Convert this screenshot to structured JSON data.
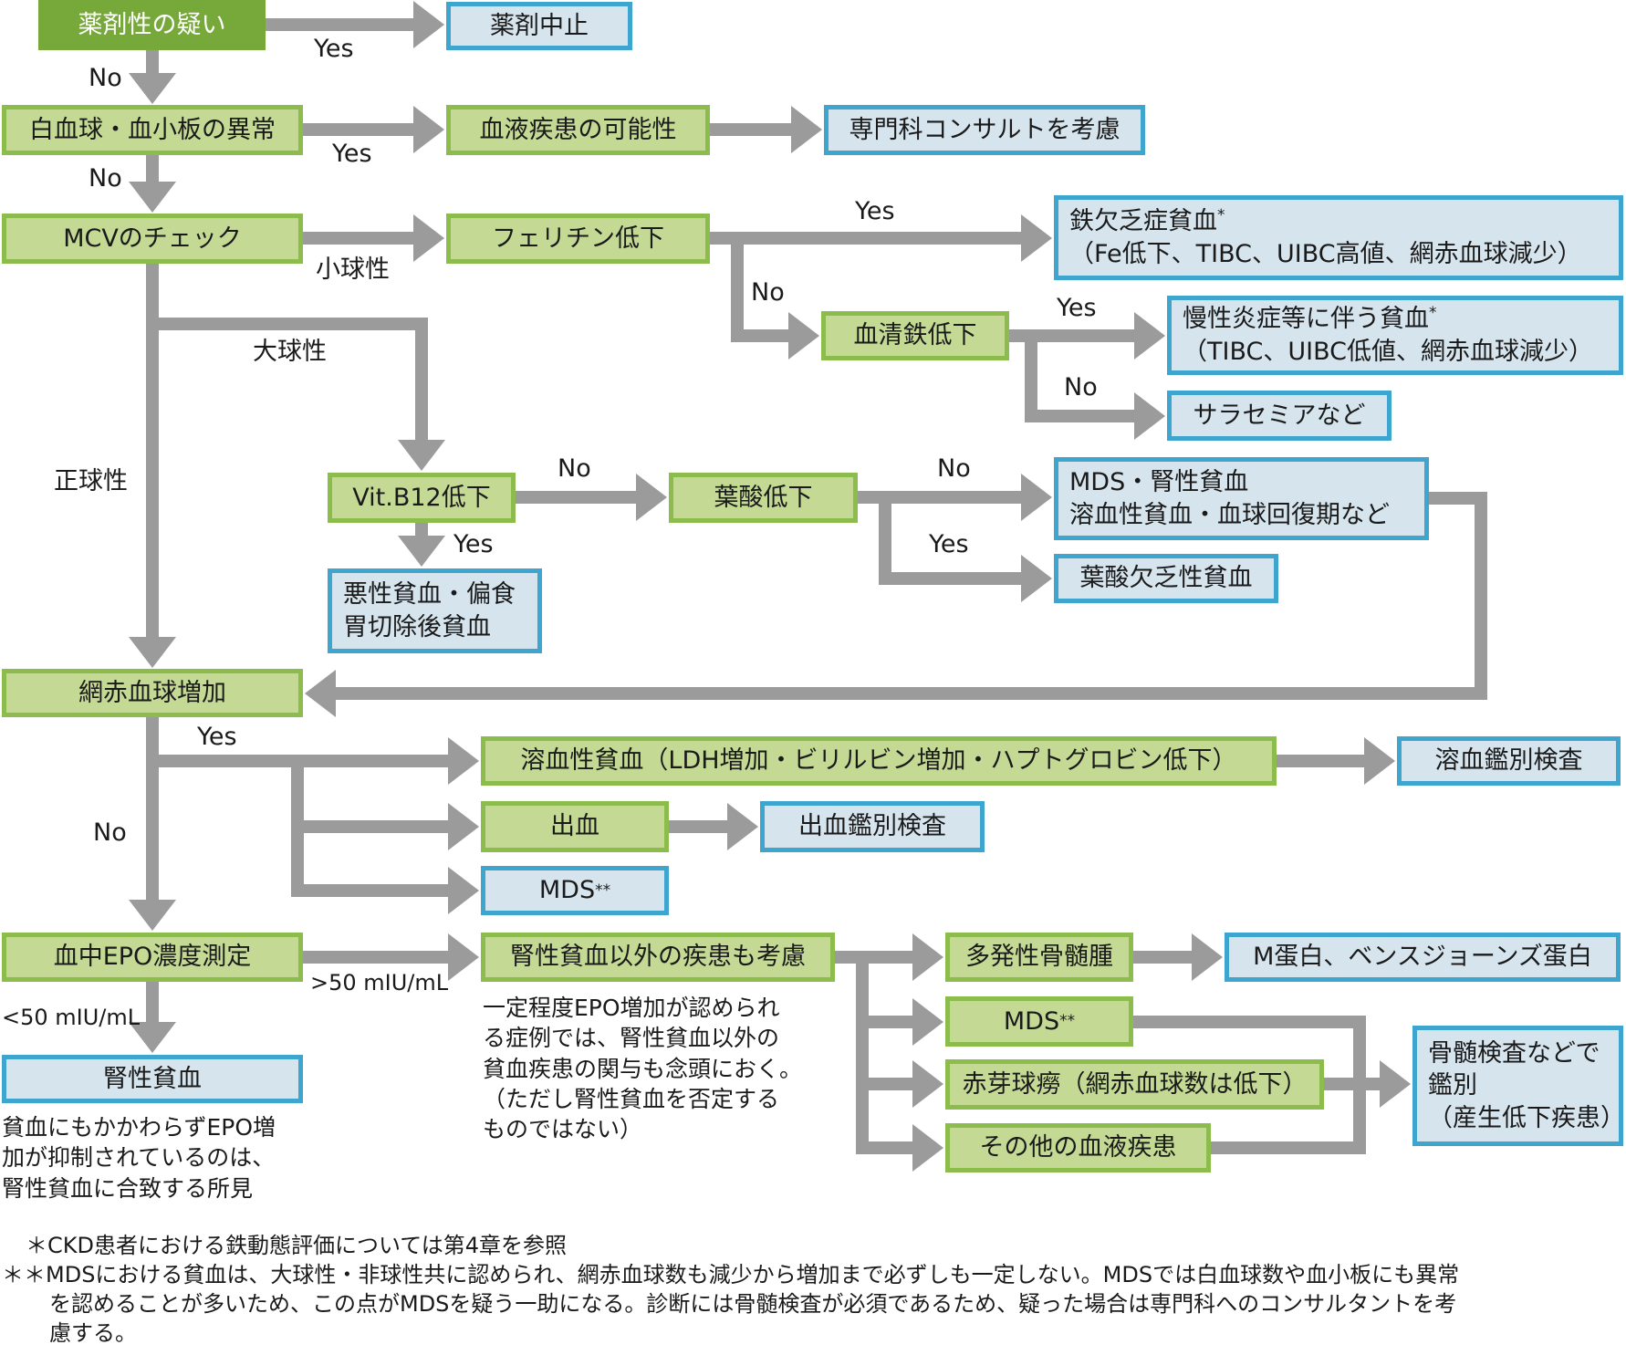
{
  "colors": {
    "decision_fill": "#c4da94",
    "decision_border": "#8cbd4c",
    "start_fill": "#77a83a",
    "result_fill": "#d6e4ed",
    "result_border": "#3ea5cf",
    "arrow": "#9b9b9b"
  },
  "nodes": {
    "drug_suspect": "薬剤性の疑い",
    "drug_stop": "薬剤中止",
    "wbc_plt_abnormal": "白血球・血小板の異常",
    "hematologic_possible": "血液疾患の可能性",
    "specialist_consult": "専門科コンサルトを考慮",
    "mcv_check": "MCVのチェック",
    "ferritin_low": "フェリチン低下",
    "iron_deficiency": {
      "line1": "鉄欠乏症貧血",
      "mark": "*",
      "line2": "（Fe低下、TIBC、UIBC高値、網赤血球減少）"
    },
    "serum_iron_low": "血清鉄低下",
    "chronic_inflammation": {
      "line1": "慢性炎症等に伴う貧血",
      "mark": "*",
      "line2": "（TIBC、UIBC低値、網赤血球減少）"
    },
    "thalassemia": "サラセミアなど",
    "vitb12_low": "Vit.B12低下",
    "folate_low": "葉酸低下",
    "mds_renal": {
      "line1": "MDS・腎性貧血",
      "line2": "溶血性貧血・血球回復期など"
    },
    "folate_deficiency": "葉酸欠乏性貧血",
    "pernicious": {
      "line1": "悪性貧血・偏食",
      "line2": "胃切除後貧血"
    },
    "retic_increase": "網赤血球増加",
    "hemolytic": "溶血性貧血（LDH増加・ビリルビン増加・ハプトグロビン低下）",
    "hemolysis_test": "溶血鑑別検査",
    "bleeding": "出血",
    "bleeding_test": "出血鑑別検査",
    "mds_retic": {
      "label": "MDS",
      "mark": "**"
    },
    "epo_measure": "血中EPO濃度測定",
    "other_than_renal": "腎性貧血以外の疾患も考慮",
    "myeloma": "多発性骨髄腫",
    "m_protein": "M蛋白、ベンスジョーンズ蛋白",
    "mds_epo": {
      "label": "MDS",
      "mark": "**"
    },
    "pure_red_cell": "赤芽球癆（網赤血球数は低下）",
    "other_heme": "その他の血液疾患",
    "bone_marrow": {
      "line1": "骨髄検査などで",
      "line2": "鑑別",
      "line3": "（産生低下疾患）"
    },
    "renal_anemia": "腎性貧血"
  },
  "edge_labels": {
    "yes": "Yes",
    "no": "No",
    "microcytic": "小球性",
    "macrocytic": "大球性",
    "normocytic": "正球性",
    "epo_high": ">50 mIU/mL",
    "epo_low": "<50 mIU/mL"
  },
  "notes": {
    "other_than_renal": [
      "一定程度EPO増加が認められ",
      "る症例では、腎性貧血以外の",
      "貧血疾患の関与も念頭におく。",
      "（ただし腎性貧血を否定する",
      "ものではない）"
    ],
    "renal_anemia": [
      "貧血にもかかわらずEPO増",
      "加が抑制されているのは、",
      "腎性貧血に合致する所見"
    ]
  },
  "footnotes": {
    "f1_mark": "＊",
    "f1": "CKD患者における鉄動態評価については第4章を参照",
    "f2_mark": "＊＊",
    "f2_lines": [
      "MDSにおける貧血は、大球性・非球性共に認められ、網赤血球数も減少から増加まで必ずしも一定しない。MDSでは白血球数や血小板にも異常",
      "を認めることが多いため、この点がMDSを疑う一助になる。診断には骨髄検査が必須であるため、疑った場合は専門科へのコンサルタントを考",
      "慮する。"
    ]
  }
}
